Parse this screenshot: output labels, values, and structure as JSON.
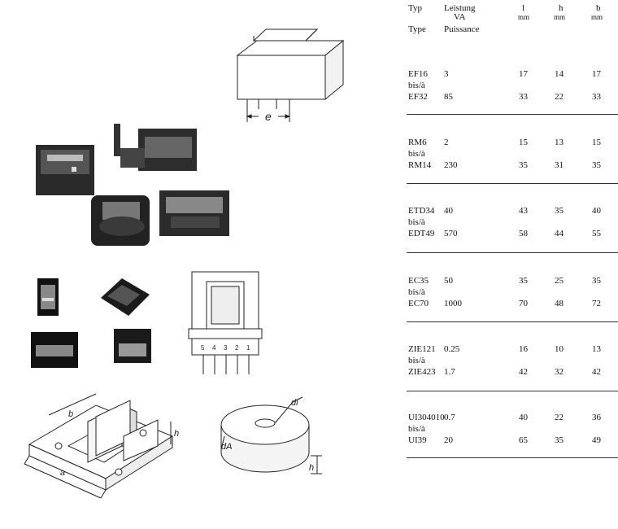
{
  "header": {
    "col1_line1": "Typ",
    "col1_line2": "Type",
    "col2_line1": "Leistung",
    "col2_line2": "VA",
    "col2_line3": "Puissance",
    "col3_line1": "l",
    "col3_unit": "mm",
    "col4_line1": "h",
    "col4_unit": "mm",
    "col5_line1": "b",
    "col5_unit": "mm"
  },
  "rows": [
    {
      "type_a": "EF16",
      "sep": "bis/à",
      "type_b": "EF32",
      "p_a": "3",
      "p_b": "85",
      "l_a": "17",
      "l_b": "33",
      "h_a": "14",
      "h_b": "22",
      "b_a": "17",
      "b_b": "33"
    },
    {
      "type_a": "RM6",
      "sep": "bis/à",
      "type_b": "RM14",
      "p_a": "2",
      "p_b": "230",
      "l_a": "15",
      "l_b": "35",
      "h_a": "13",
      "h_b": "31",
      "b_a": "15",
      "b_b": "35"
    },
    {
      "type_a": "ETD34",
      "sep": "bis/à",
      "type_b": "EDT49",
      "p_a": "40",
      "p_b": "570",
      "l_a": "43",
      "l_b": "58",
      "h_a": "35",
      "h_b": "44",
      "b_a": "40",
      "b_b": "55"
    },
    {
      "type_a": "EC35",
      "sep": "bis/à",
      "type_b": "EC70",
      "p_a": "50",
      "p_b": "1000",
      "l_a": "35",
      "l_b": "70",
      "h_a": "25",
      "h_b": "48",
      "b_a": "35",
      "b_b": "72"
    },
    {
      "type_a": "ZIE121",
      "sep": "bis/à",
      "type_b": "ZIE423",
      "p_a": "0.25",
      "p_b": "1.7",
      "l_a": "16",
      "l_b": "42",
      "h_a": "10",
      "h_b": "32",
      "b_a": "13",
      "b_b": "42"
    },
    {
      "type_a": "UI304010",
      "sep": "bis/à",
      "type_b": "UI39",
      "p_a": "0.7",
      "p_b": "20",
      "l_a": "40",
      "l_b": "65",
      "h_a": "22",
      "h_b": "35",
      "b_a": "36",
      "b_b": "49"
    }
  ],
  "drawing_labels": {
    "ef_dim": "e",
    "pin_numbers": [
      "5",
      "4",
      "3",
      "2",
      "1"
    ],
    "ui_b": "b",
    "ui_h": "h",
    "ui_a": "a",
    "toroid_di": "di",
    "toroid_da": "dA",
    "toroid_h": "h"
  }
}
